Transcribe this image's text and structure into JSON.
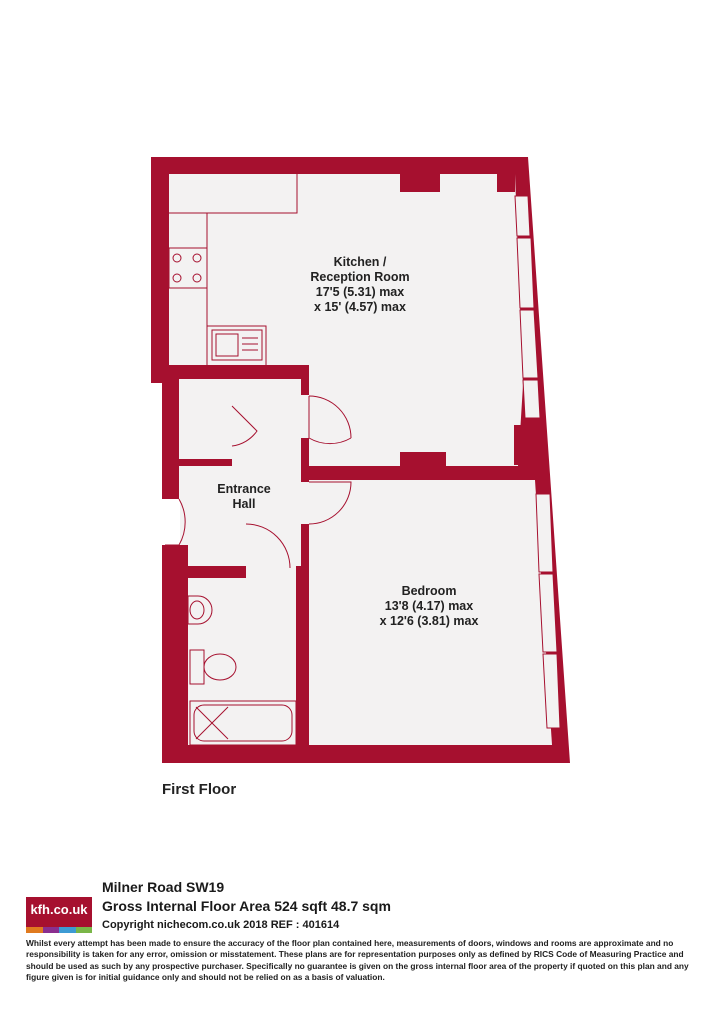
{
  "rooms": {
    "kitchen": {
      "name_line1": "Kitchen /",
      "name_line2": "Reception Room",
      "dim1": "17'5 (5.31) max",
      "dim2": "x 15' (4.57) max"
    },
    "entrance": {
      "name_line1": "Entrance",
      "name_line2": "Hall"
    },
    "bedroom": {
      "name": "Bedroom",
      "dim1": "13'8 (4.17) max",
      "dim2": "x 12'6 (3.81) max"
    }
  },
  "floor_label": "First Floor",
  "property": {
    "address": "Milner Road SW19",
    "area": "Gross Internal Floor Area 524 sqft 48.7 sqm",
    "copyright": "Copyright nichecom.co.uk 2018 REF : 401614"
  },
  "logo": {
    "text": "kfh.co.uk",
    "background": "#a6102f",
    "stripe_colors": [
      "#e07a1f",
      "#8a2f8f",
      "#3d9bd4",
      "#7ab648"
    ]
  },
  "disclaimer": "Whilst every attempt has been made to ensure the accuracy of the floor plan contained here, measurements of doors, windows and rooms are approximate and no responsibility is taken for any error, omission or misstatement.  These plans are for representation purposes only as defined by RICS Code of Measuring Practice and should be used as such by any prospective purchaser.  Specifically no guarantee is given on the gross internal floor area of the property if quoted on this plan and any figure given is for initial guidance only and should not be relied on as a basis of valuation.",
  "colors": {
    "wall": "#a6102f",
    "floor": "#f3f2f2",
    "fixture_line": "#a6102f"
  }
}
